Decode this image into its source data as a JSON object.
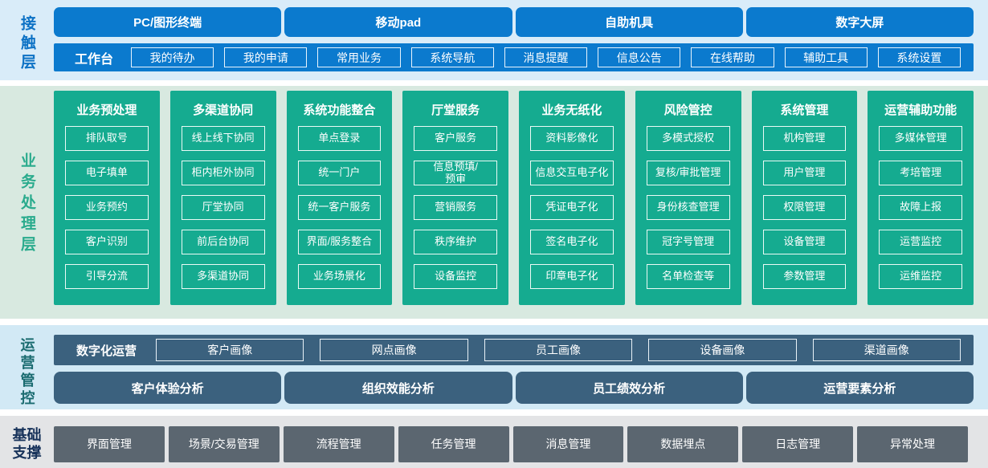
{
  "colors": {
    "accent_blue": "#0b7ace",
    "contact_bg": "#d9ecf9",
    "teal_green": "#15ab90",
    "business_bg": "#d8e9e0",
    "slate_blue": "#3b617e",
    "operations_bg": "#d2e9f5",
    "gray_box": "#5b6670",
    "base_bg": "#e3e4e6",
    "box_text": "#ffffff"
  },
  "layers": {
    "contact": {
      "label": "接触层",
      "terminals": [
        "PC/图形终端",
        "移动pad",
        "自助机具",
        "数字大屏"
      ],
      "workbench": {
        "label": "工作台",
        "items": [
          "我的待办",
          "我的申请",
          "常用业务",
          "系统导航",
          "消息提醒",
          "信息公告",
          "在线帮助",
          "辅助工具",
          "系统设置"
        ]
      }
    },
    "business": {
      "label": "业务处理层",
      "columns": [
        {
          "title": "业务预处理",
          "items": [
            "排队取号",
            "电子填单",
            "业务预约",
            "客户识别",
            "引导分流"
          ]
        },
        {
          "title": "多渠道协同",
          "items": [
            "线上线下协同",
            "柜内柜外协同",
            "厅堂协同",
            "前后台协同",
            "多渠道协同"
          ]
        },
        {
          "title": "系统功能整合",
          "items": [
            "单点登录",
            "统一门户",
            "统一客户服务",
            "界面/服务整合",
            "业务场景化"
          ]
        },
        {
          "title": "厅堂服务",
          "items": [
            "客户服务",
            "信息预填/\n预审",
            "营销服务",
            "秩序维护",
            "设备监控"
          ]
        },
        {
          "title": "业务无纸化",
          "items": [
            "资料影像化",
            "信息交互电子化",
            "凭证电子化",
            "签名电子化",
            "印章电子化"
          ]
        },
        {
          "title": "风险管控",
          "items": [
            "多模式授权",
            "复核/审批管理",
            "身份核查管理",
            "冠字号管理",
            "名单检查等"
          ]
        },
        {
          "title": "系统管理",
          "items": [
            "机构管理",
            "用户管理",
            "权限管理",
            "设备管理",
            "参数管理"
          ]
        },
        {
          "title": "运营辅助功能",
          "items": [
            "多媒体管理",
            "考培管理",
            "故障上报",
            "运营监控",
            "运维监控"
          ]
        }
      ]
    },
    "operations": {
      "label": "运营管控",
      "digital": {
        "label": "数字化运营",
        "items": [
          "客户画像",
          "网点画像",
          "员工画像",
          "设备画像",
          "渠道画像"
        ]
      },
      "analysis": [
        "客户体验分析",
        "组织效能分析",
        "员工绩效分析",
        "运营要素分析"
      ]
    },
    "base": {
      "label": "基础\n支撑",
      "items": [
        "界面管理",
        "场景/交易管理",
        "流程管理",
        "任务管理",
        "消息管理",
        "数据埋点",
        "日志管理",
        "异常处理"
      ]
    }
  }
}
